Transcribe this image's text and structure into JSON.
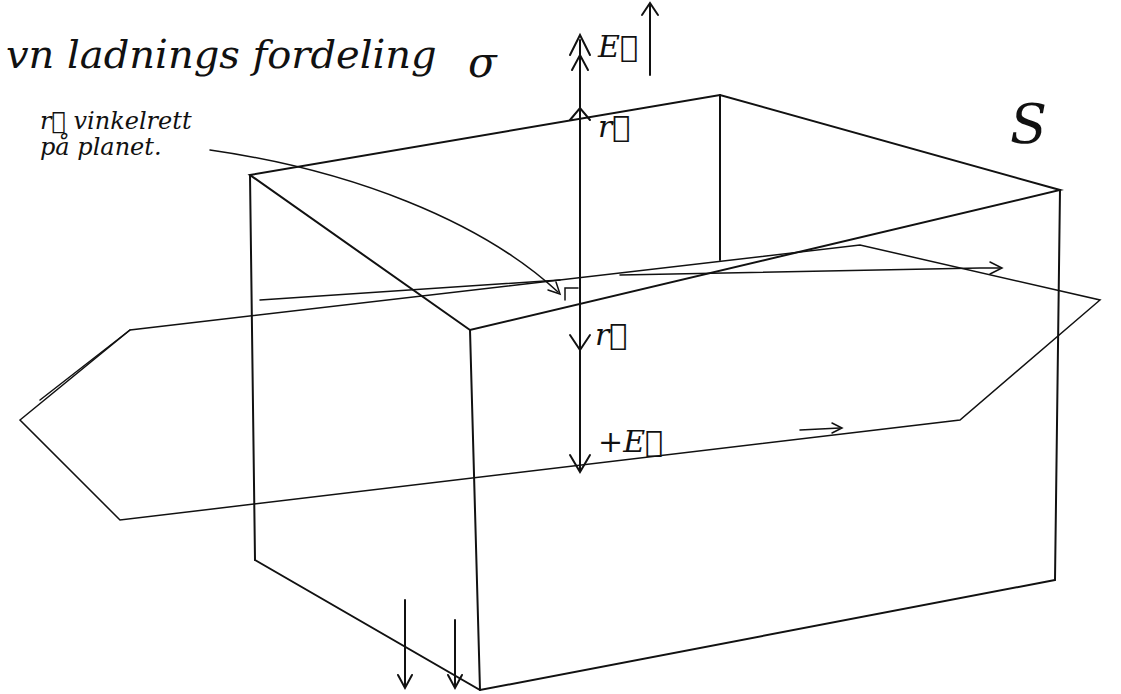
{
  "diagram": {
    "labels": [
      "vn ladnings fordeling",
      "σ",
      "S",
      "r⃗ vinkelrett på planet.",
      "E⃗",
      "r⃗",
      "r⃗",
      "+E⃗"
    ]
  }
}
